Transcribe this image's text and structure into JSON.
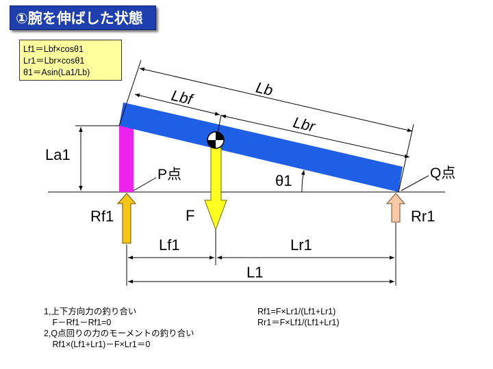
{
  "title": "①腕を伸ばした状態",
  "formulas": [
    "Lf1＝Lbf×cosθ1",
    "Lr1＝Lbr×cosθ1",
    "θ1＝Asin(La1/Lb)"
  ],
  "labels": {
    "lb": "Lb",
    "lbf": "Lbf",
    "lbr": "Lbr",
    "la1": "La1",
    "p_point": "P点",
    "q_point": "Q点",
    "theta1": "θ1",
    "rf1": "Rf1",
    "f": "F",
    "rr1": "Rr1",
    "lf1": "Lf1",
    "lr1": "Lr1",
    "l1": "L1"
  },
  "equations_left": [
    "1,上下方向力の釣り合い",
    "　F－Rf1－Rf1=0",
    "2,Q点回りの力のモーメントの釣り合い",
    "　Rf1×(Lf1+Lr1)－F×Lr1＝0"
  ],
  "equations_right": [
    "Rf1=F×Lr1/(Lf1+Lr1)",
    "Rr1＝F×Lf1/(Lf1+Lr1)"
  ],
  "colors": {
    "title_bg": "#1f3fae",
    "arm": "#1e5fe6",
    "post": "#ee22ee",
    "force_f": "#ffff22",
    "reaction_rf1": "#f5c518",
    "reaction_rr1": "#f7c9a6",
    "note_bg": "#ffff9e"
  }
}
